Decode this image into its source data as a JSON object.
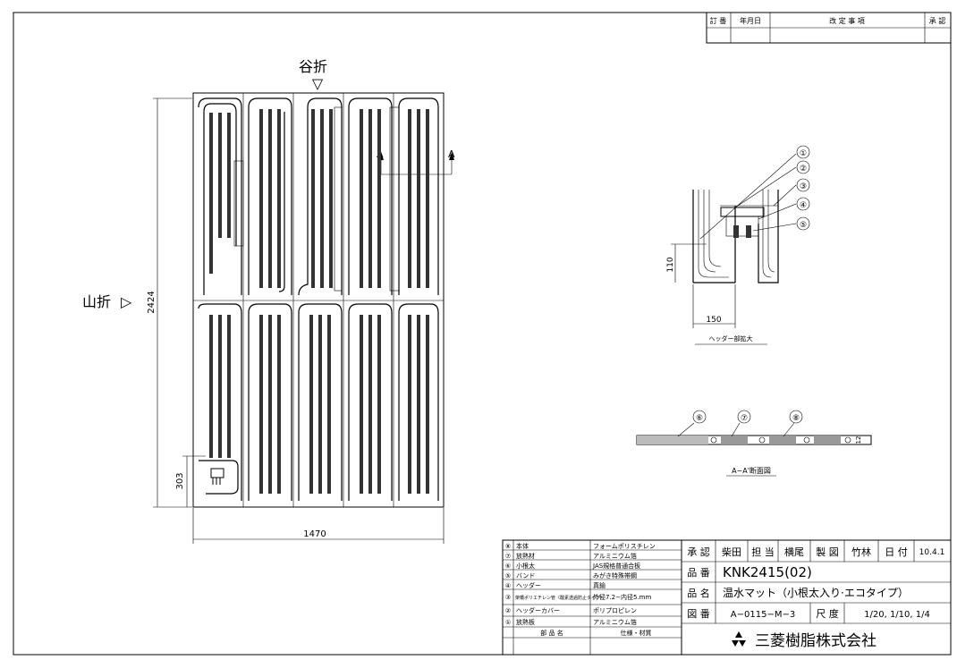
{
  "revision_table": {
    "headers": [
      "訂 番",
      "年月日",
      "改 定 事 項",
      "承 認"
    ]
  },
  "plan": {
    "fold_valley_label": "谷折",
    "fold_valley_symbol": "▽",
    "fold_mountain_label": "山折",
    "fold_mountain_symbol": "▷",
    "dim_width": "1470",
    "dim_height": "2424",
    "dim_header": "303",
    "section_marker_left": "A",
    "section_marker_right": "A"
  },
  "header_detail": {
    "callouts": [
      "①",
      "②",
      "③",
      "④",
      "⑤"
    ],
    "dim_height": "110",
    "dim_width": "150",
    "caption": "ヘッダー部拡大"
  },
  "section_detail": {
    "callouts": [
      "⑥",
      "⑦",
      "⑧"
    ],
    "thickness": "12",
    "caption": "A−A'断面図"
  },
  "parts_list": {
    "rows": [
      {
        "num": "⑧",
        "name": "本体",
        "spec": "フォームポリスチレン"
      },
      {
        "num": "⑦",
        "name": "放熱材",
        "spec": "アルミニウム箔"
      },
      {
        "num": "⑥",
        "name": "小根太",
        "spec": "JAS規格普通合板"
      },
      {
        "num": "⑤",
        "name": "バンド",
        "spec": "みがき特殊帯鋼"
      },
      {
        "num": "④",
        "name": "ヘッダー",
        "spec": "真鍮"
      },
      {
        "num": "③",
        "name": "架橋ポリエチレン管（酸素透過防止タイプ）",
        "spec": "外径7.2−内径5.mm"
      },
      {
        "num": "②",
        "name": "ヘッダーカバー",
        "spec": "ポリプロピレン"
      },
      {
        "num": "①",
        "name": "放熱板",
        "spec": "アルミニウム箔"
      }
    ],
    "footer_name": "部 品 名",
    "footer_spec": "仕様・材質"
  },
  "title_block": {
    "approval_label": "承 認",
    "approval_name": "柴田",
    "charge_label": "担 当",
    "charge_name": "横尾",
    "drawing_label": "製 図",
    "drawing_name": "竹林",
    "date_label": "日 付",
    "date_value": "10.4.1",
    "part_no_label": "品 番",
    "part_no": "KNK2415(02)",
    "product_label": "品 名",
    "product_name": "温水マット（小根太入り·エコタイプ）",
    "drawing_no_label": "図 番",
    "drawing_no": "A−0115−M−3",
    "scale_label": "尺 度",
    "scale_value": "1/20, 1/10, 1/4",
    "company": "三菱樹脂株式会社"
  }
}
